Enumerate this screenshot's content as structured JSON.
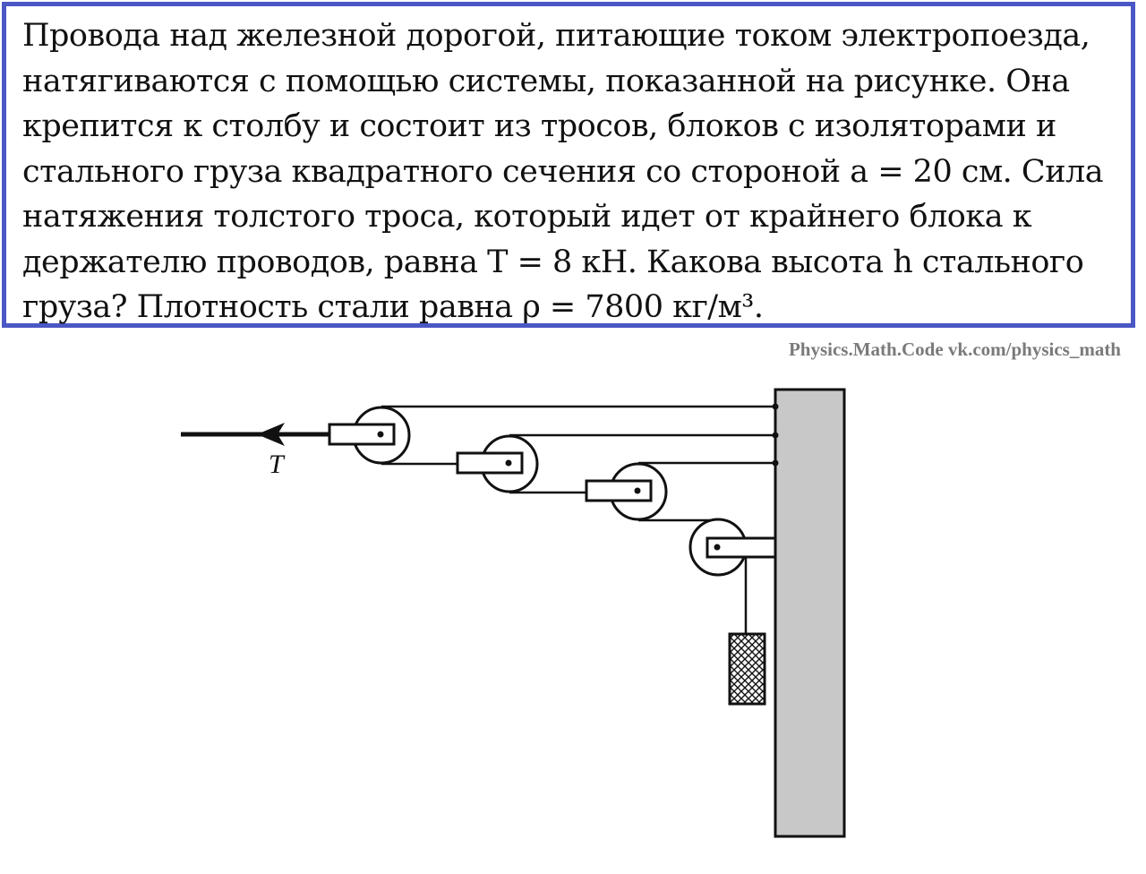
{
  "problem": {
    "lines": [
      "Провода над железной дорогой, питающие током электропоезда,",
      "натягиваются с помощью системы, показанной на рисунке. Она",
      "крепится к столбу и состоит из тросов, блоков с изоляторами и",
      "стального груза квадратного сечения со стороной a = 20 см. Сила",
      "натяжения толстого троса, который идет от крайнего блока к",
      "держателю проводов, равна T = 8 кН. Какова высота h стального",
      "груза? Плотность стали равна ρ = 7800 кг/м³."
    ]
  },
  "watermark": "Physics.Math.Code vk.com/physics_math",
  "figure": {
    "tension_label": "T",
    "pole_color": "#c8c8c8",
    "line_color": "#111111",
    "frame_color": "#4a57c4"
  }
}
